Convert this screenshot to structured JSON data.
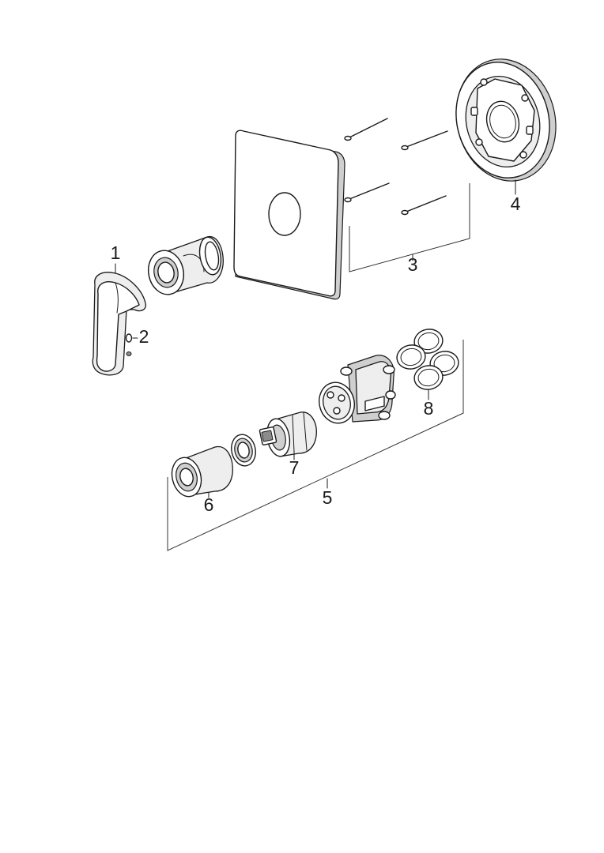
{
  "labels": {
    "p1": "1",
    "p2": "2",
    "p3": "3",
    "p4": "4",
    "p5": "5",
    "p6": "6",
    "p7": "7",
    "p8": "8"
  },
  "colors": {
    "line": "#1a1a1a",
    "background": "#ffffff"
  }
}
